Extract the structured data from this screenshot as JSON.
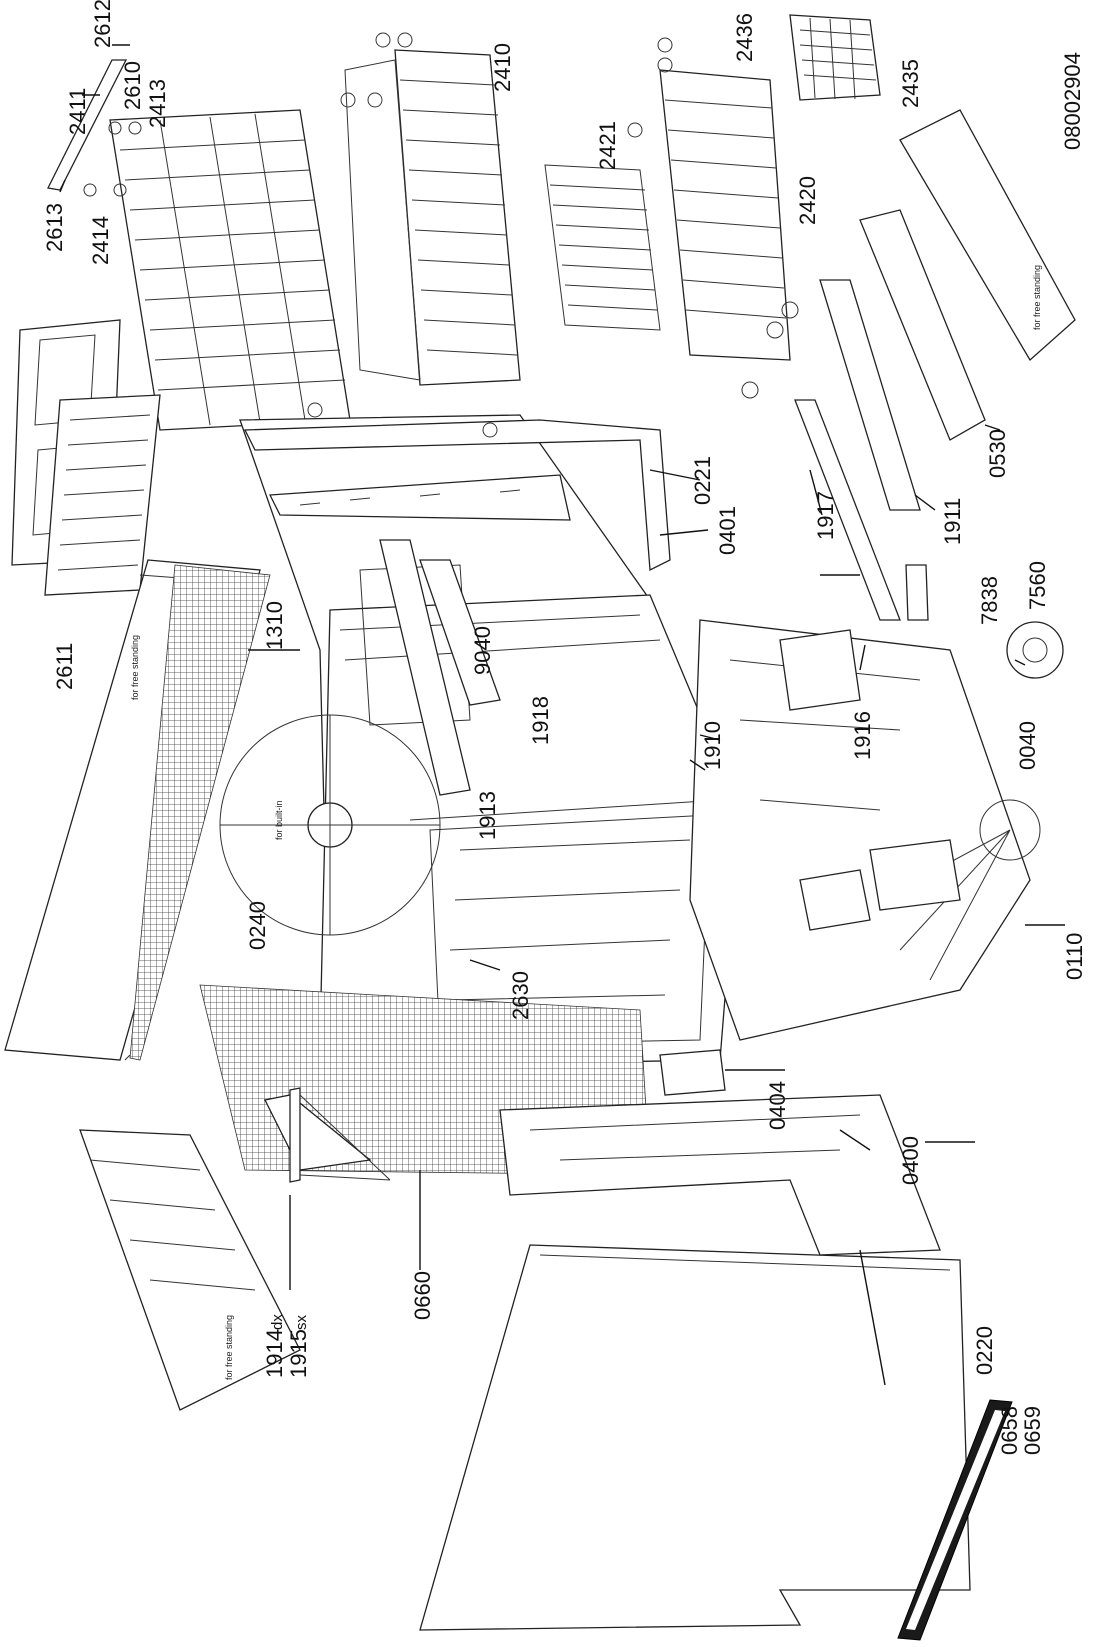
{
  "drawing_number": "08002904",
  "labels": {
    "p2411": "2411",
    "p2612": "2612",
    "p2610": "2610",
    "p2413": "2413",
    "p2613": "2613",
    "p2414": "2414",
    "p2410": "2410",
    "p2421": "2421",
    "p2436": "2436",
    "p2435": "2435",
    "p2420": "2420",
    "p2611": "2611",
    "p0221": "0221",
    "p0401": "0401",
    "p1917": "1917",
    "p1911": "1911",
    "p0530": "0530",
    "p1310": "1310",
    "p9040": "9040",
    "p1918": "1918",
    "p1910": "1910",
    "p1916": "1916",
    "p0040": "0040",
    "p7838": "7838",
    "p7560": "7560",
    "p1913": "1913",
    "p0240": "0240",
    "p2630": "2630",
    "p0110": "0110",
    "p0404": "0404",
    "p0400": "0400",
    "p1914": "1914",
    "p1914_side": "dx",
    "p1915": "1915",
    "p1915_side": "sx",
    "p0660": "0660",
    "p0220": "0220",
    "p0658": "0658",
    "p0659": "0659"
  },
  "notes": {
    "free_standing_top": "for free standing",
    "free_standing_rear": "for free standing",
    "free_standing_base": "for free standing",
    "built_in": "for built-in"
  }
}
